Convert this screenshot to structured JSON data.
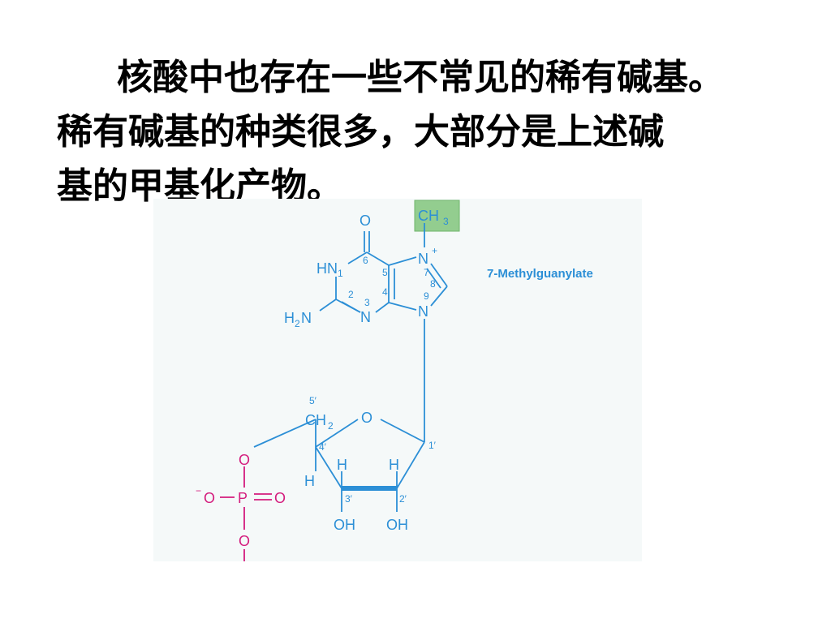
{
  "paragraph": {
    "line1": "核酸中也存在一些不常见的稀有碱基。",
    "line2": "稀有碱基的种类很多，大部分是上述碱",
    "line3": "基的甲基化产物。"
  },
  "figure": {
    "caption": "7-Methylguanylate",
    "colors": {
      "structure": "#2c8fd6",
      "phosphate": "#d41c7d",
      "highlight": "#93cd8f",
      "background": "#f5f9f9"
    },
    "atoms": {
      "carbonyl_o": "O",
      "methyl": "CH",
      "methyl_sub": "3",
      "n7": "N",
      "n7_charge": "+",
      "hn1": "HN",
      "n9": "N",
      "n3": "N",
      "amine": "H",
      "amine_sub": "2",
      "amine_n": "N",
      "ring_o": "O",
      "ch2": "CH",
      "ch2_sub": "2",
      "h4": "H",
      "h3": "H",
      "h2": "H",
      "oh3": "OH",
      "oh2": "OH",
      "p_o_top": "O",
      "p_o_minus": "O",
      "p_minus": "−",
      "phosphorus": "P",
      "p_o_double": "O",
      "p_o_bottom": "O"
    },
    "numbers": {
      "n1": "1",
      "n2": "2",
      "n3": "3",
      "n4": "4",
      "n5": "5",
      "n6": "6",
      "n7": "7",
      "n8": "8",
      "n9": "9",
      "p1": "1′",
      "p2": "2′",
      "p3": "3′",
      "p4": "4′",
      "p5": "5′"
    }
  }
}
